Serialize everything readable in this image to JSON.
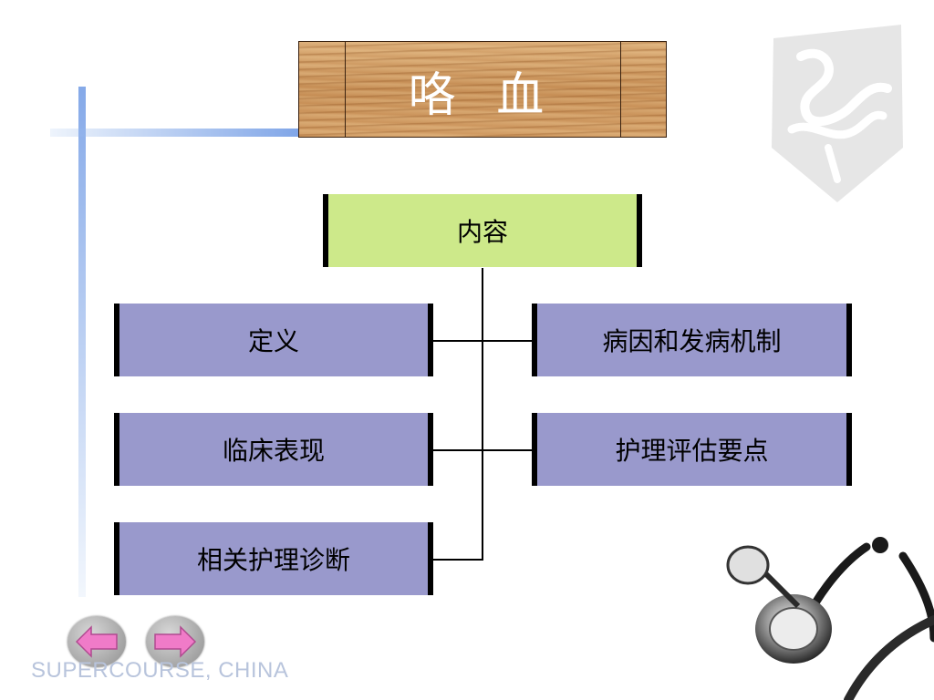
{
  "slide": {
    "title": "咯  血"
  },
  "diagram": {
    "root": "内容",
    "left": [
      "定义",
      "临床表现",
      "相关护理诊断"
    ],
    "right": [
      "病因和发病机制",
      "护理评估要点"
    ]
  },
  "footer": {
    "brand": "SUPERCOURSE, CHINA"
  },
  "colors": {
    "root_fill": "#cde98a",
    "child_fill": "#9999cc",
    "title_text": "#ffffff",
    "footer_text": "#b8c4dc"
  },
  "icons": {
    "prev": "arrow-left-icon",
    "next": "arrow-right-icon"
  }
}
